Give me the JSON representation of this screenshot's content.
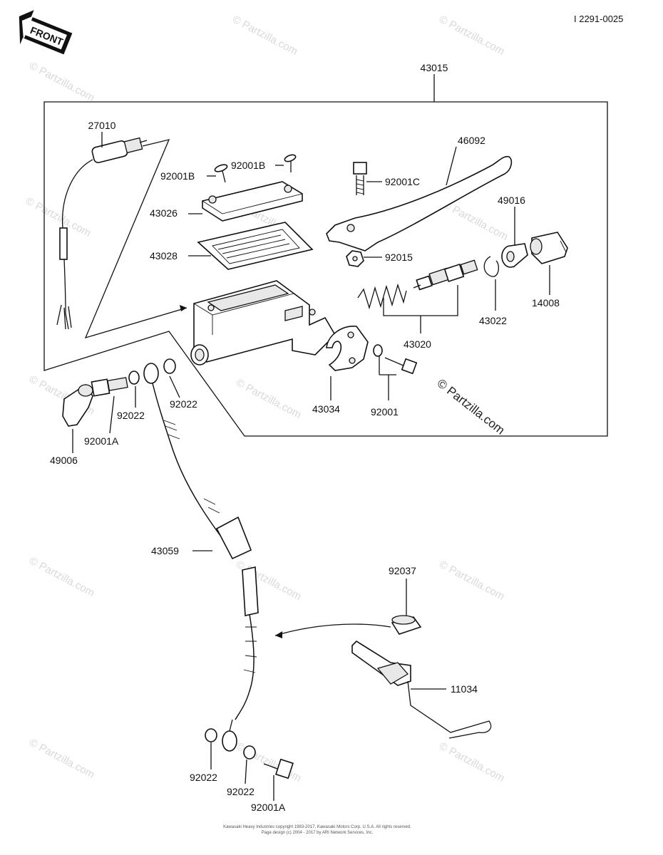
{
  "diagram_id": "I 2291-0025",
  "front_label": "FRONT",
  "watermark_text": "© Partzilla.com",
  "copyright_lines": [
    "Kawasaki Heavy Industries copyright 1983-2017, Kawasaki Motors Corp. U.S.A. All rights reserved.",
    "Page design (c) 2004 - 2017 by ARI Network Services, Inc."
  ],
  "parts": [
    {
      "id": "p-43015",
      "number": "43015"
    },
    {
      "id": "p-27010",
      "number": "27010"
    },
    {
      "id": "p-92001b-a",
      "number": "92001B"
    },
    {
      "id": "p-92001b-b",
      "number": "92001B"
    },
    {
      "id": "p-43026",
      "number": "43026"
    },
    {
      "id": "p-43028",
      "number": "43028"
    },
    {
      "id": "p-46092",
      "number": "46092"
    },
    {
      "id": "p-92001c",
      "number": "92001C"
    },
    {
      "id": "p-49016",
      "number": "49016"
    },
    {
      "id": "p-92015",
      "number": "92015"
    },
    {
      "id": "p-14008",
      "number": "14008"
    },
    {
      "id": "p-43022",
      "number": "43022"
    },
    {
      "id": "p-43020",
      "number": "43020"
    },
    {
      "id": "p-92022-a",
      "number": "92022"
    },
    {
      "id": "p-92022-b",
      "number": "92022"
    },
    {
      "id": "p-92001a-a",
      "number": "92001A"
    },
    {
      "id": "p-49006",
      "number": "49006"
    },
    {
      "id": "p-43034",
      "number": "43034"
    },
    {
      "id": "p-92001",
      "number": "92001"
    },
    {
      "id": "p-43059",
      "number": "43059"
    },
    {
      "id": "p-92037",
      "number": "92037"
    },
    {
      "id": "p-11034",
      "number": "11034"
    },
    {
      "id": "p-92022-c",
      "number": "92022"
    },
    {
      "id": "p-92022-d",
      "number": "92022"
    },
    {
      "id": "p-92001a-b",
      "number": "92001A"
    }
  ]
}
